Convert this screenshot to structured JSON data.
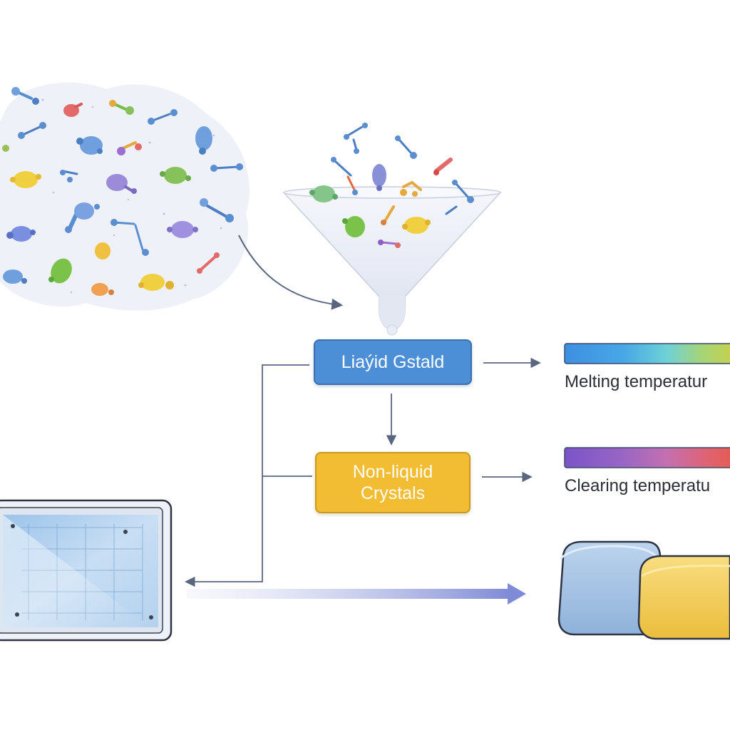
{
  "boxes": {
    "liquid_crystal": "Liaýid Gstald",
    "non_liquid": "Non-liquid\nCrystals"
  },
  "temperatures": {
    "melting": "Melting temperatur",
    "clearing": "Clearing temperatu"
  },
  "colors": {
    "liquid_box": "#4d8fd6",
    "non_liquid_box": "#f2bd33",
    "arrow": "#5a6580",
    "melting_gradient": [
      "#3d8fe0",
      "#55c6d8",
      "#9ad07a",
      "#c6d24a"
    ],
    "clearing_gradient": [
      "#7a54c8",
      "#b06ab8",
      "#e06070",
      "#e85a50"
    ]
  },
  "icons": {
    "molecule_cloud": "molecule-cloud-icon",
    "funnel": "funnel-icon",
    "display": "lcd-display-icon",
    "blocks": "crystal-blocks-icon"
  }
}
